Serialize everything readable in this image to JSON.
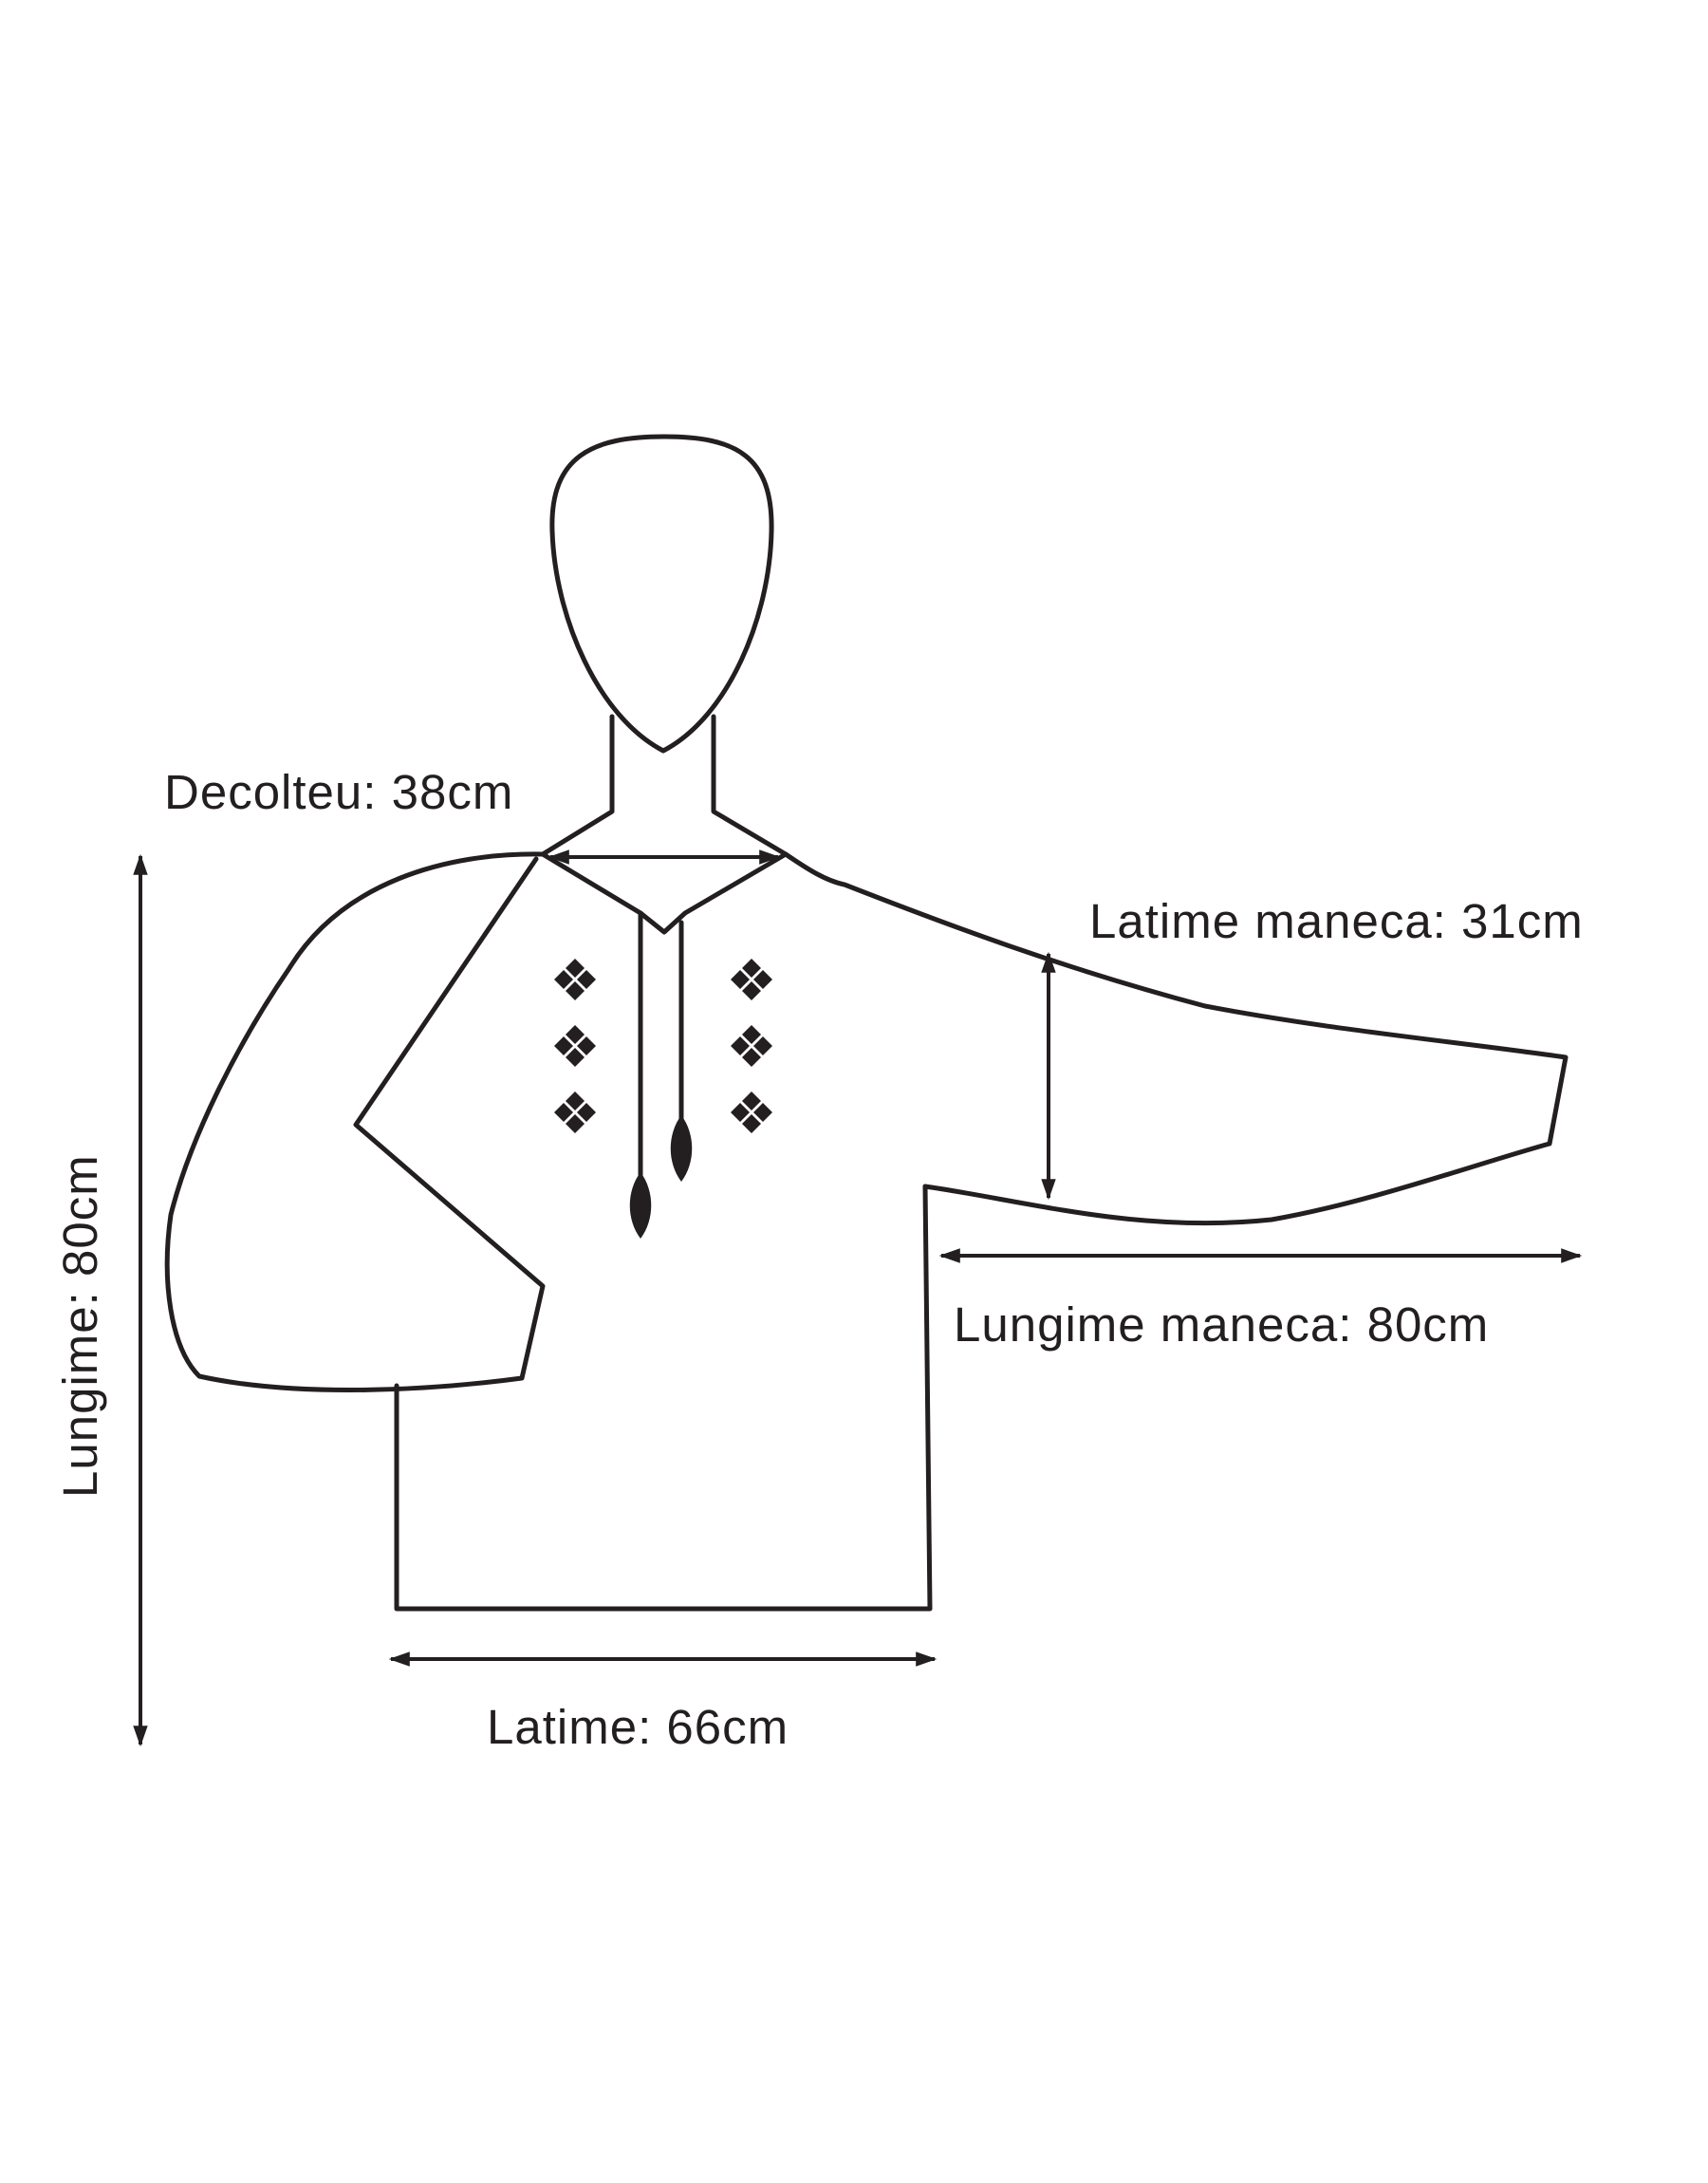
{
  "diagram": {
    "labels": {
      "decolteu": "Decolteu: 38cm",
      "latime_maneca": "Latime maneca: 31cm",
      "lungime_maneca": "Lungime maneca: 80cm",
      "lungime": "Lungime: 80cm",
      "latime": "Latime: 66cm"
    },
    "line_color": "#231f20"
  }
}
